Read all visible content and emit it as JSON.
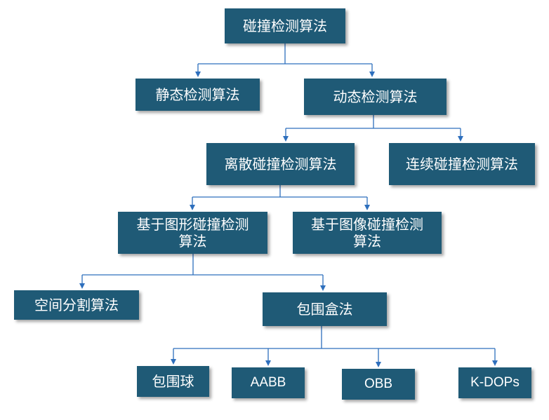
{
  "nodes": {
    "root": "碰撞检测算法",
    "static": "静态检测算法",
    "dynamic": "动态检测算法",
    "discrete": "离散碰撞检测算法",
    "continuous": "连续碰撞检测算法",
    "geometry_line1": "基于图形碰撞检测",
    "geometry_line2": "算法",
    "image_line1": "基于图像碰撞检测",
    "image_line2": "算法",
    "spatial": "空间分割算法",
    "bounding_box": "包围盒法",
    "sphere": "包围球",
    "aabb": "AABB",
    "obb": "OBB",
    "kdops": "K-DOPs"
  },
  "colors": {
    "node_fill": "#1f5a76",
    "connector": "#2e6fbd"
  }
}
